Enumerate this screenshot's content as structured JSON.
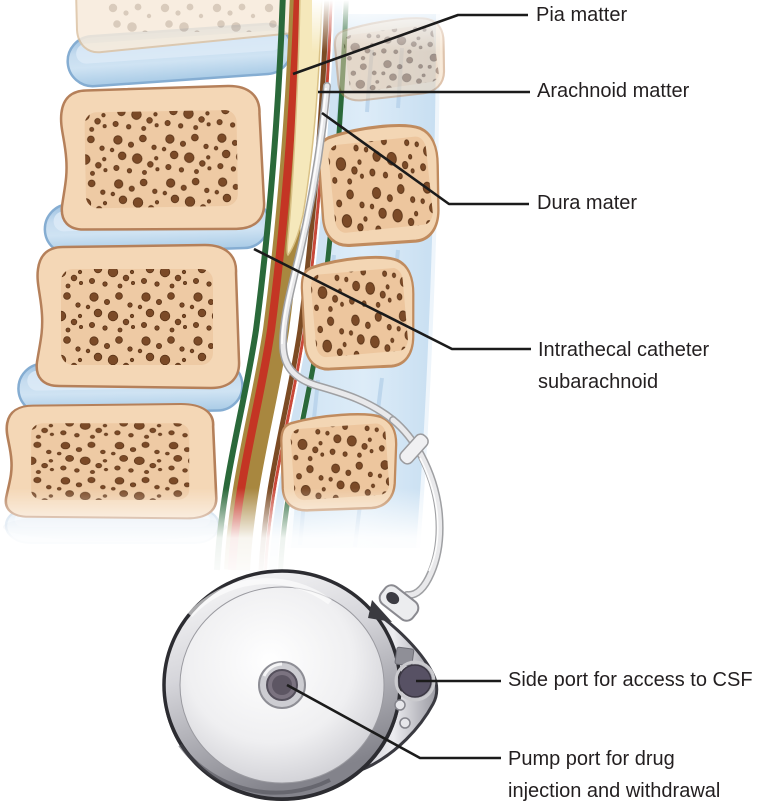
{
  "figure": {
    "type": "medical-illustration",
    "subject": "Implanted intrathecal drug delivery pump with catheter in spinal subarachnoid space",
    "labels": {
      "pia": "Pia matter",
      "arachnoid": "Arachnoid matter",
      "dura": "Dura mater",
      "intrathecal_line1": "Intrathecal catheter",
      "intrathecal_line2": "subarachnoid",
      "side_port": "Side port for access to CSF",
      "pump_port_line1": "Pump port for drug",
      "pump_port_line2": "injection and withdrawal"
    },
    "colors": {
      "bone": "#f4d7b6",
      "bone_inner": "#eecaa4",
      "bone_speckle": "#7b4a27",
      "disc_blue": "#b9d3ea",
      "posterior_band_blue": "#d7e7f5",
      "ligament_green": "#2a693a",
      "spinal_cord_cream": "#f5e8bb",
      "pia_red": "#c43524",
      "epidural_olive": "#a8873f",
      "catheter_gray": "#e9e9eb",
      "pump_metal": "#d9d9dd",
      "leader_line": "#1b1b1b",
      "text": "#231f20"
    }
  }
}
